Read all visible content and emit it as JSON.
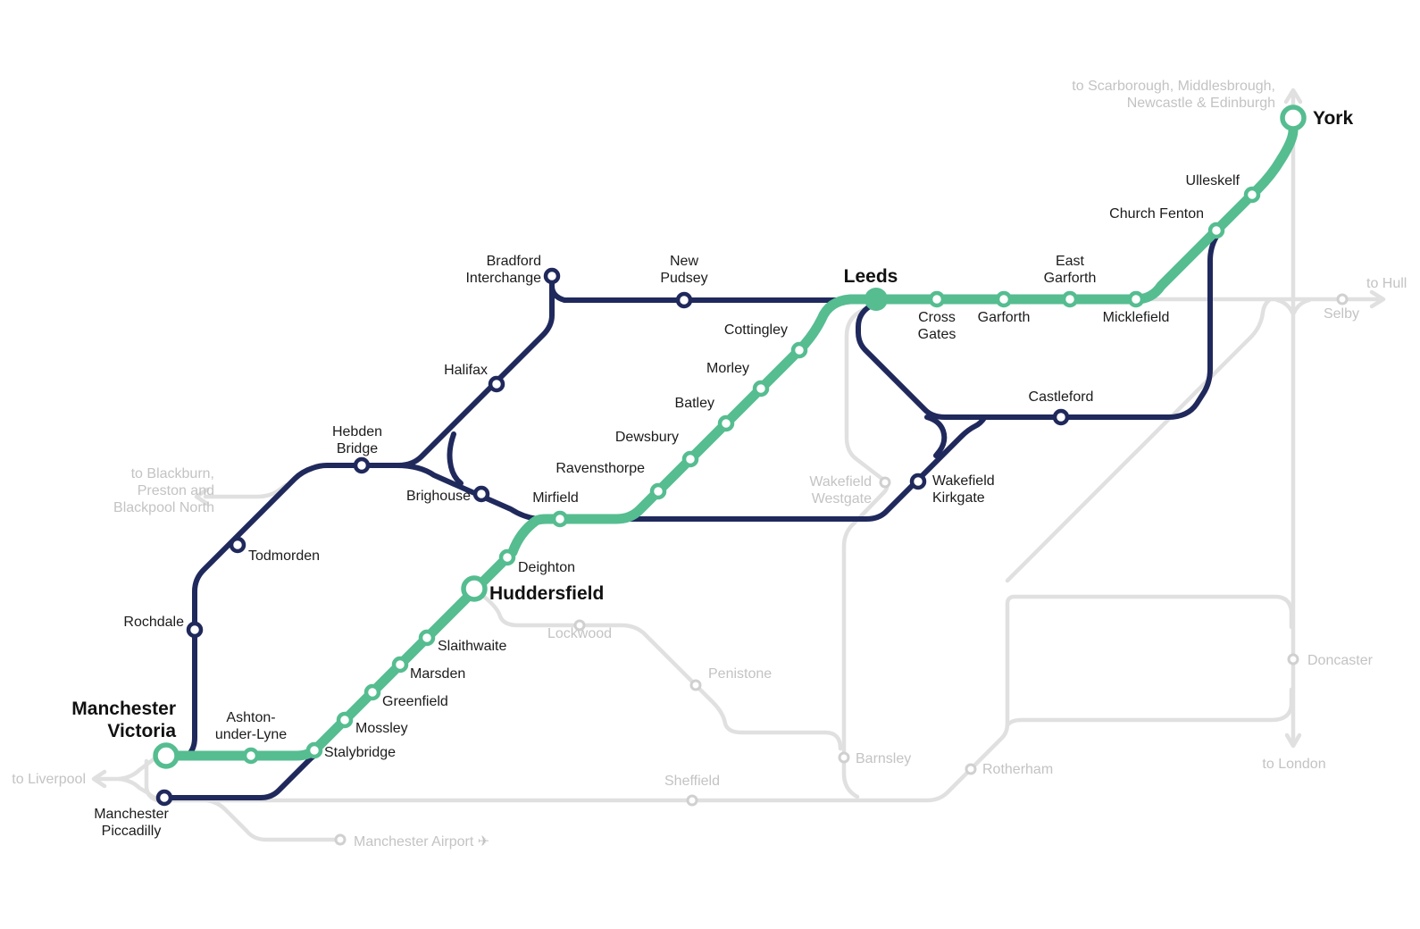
{
  "map": {
    "colors": {
      "main_line_green": "#55BD90",
      "connecting_line_navy": "#20295C",
      "background_line_gray": "#E0E0E0",
      "gray_station_ring": "#D0D0D0",
      "gray_text": "#C3C3C3",
      "black_text": "#1b1b1b",
      "background": "#ffffff"
    },
    "lines": [
      {
        "id": "green-main-line",
        "color": "#55BD90",
        "stations_in_order": [
          "Manchester Victoria",
          "Ashton-under-Lyne",
          "Stalybridge",
          "Mossley",
          "Greenfield",
          "Marsden",
          "Slaithwaite",
          "Huddersfield",
          "Deighton",
          "Mirfield",
          "Ravensthorpe",
          "Dewsbury",
          "Batley",
          "Morley",
          "Cottingley",
          "Leeds",
          "Cross Gates",
          "Garforth",
          "East Garforth",
          "Micklefield",
          "Church Fenton",
          "Ulleskelf",
          "York"
        ]
      },
      {
        "id": "navy-connecting-lines",
        "color": "#20295C",
        "stations_in_order": [
          "Manchester Piccadilly",
          "Rochdale",
          "Todmorden",
          "Hebden Bridge",
          "Halifax",
          "Bradford Interchange",
          "New Pudsey",
          "Brighouse",
          "Wakefield Kirkgate",
          "Castleford"
        ]
      },
      {
        "id": "gray-other-lines",
        "color": "#E0E0E0",
        "stations_in_order": [
          "Manchester Airport",
          "Lockwood",
          "Penistone",
          "Sheffield",
          "Barnsley",
          "Rotherham",
          "Doncaster",
          "Wakefield Westgate",
          "Selby"
        ]
      }
    ],
    "labels": {
      "manchester-victoria": "Manchester\nVictoria",
      "manchester-piccadilly": "Manchester\nPiccadilly",
      "ashton-under-lyne": "Ashton-\nunder-Lyne",
      "stalybridge": "Stalybridge",
      "mossley": "Mossley",
      "greenfield": "Greenfield",
      "marsden": "Marsden",
      "slaithwaite": "Slaithwaite",
      "huddersfield": "Huddersfield",
      "deighton": "Deighton",
      "mirfield": "Mirfield",
      "ravensthorpe": "Ravensthorpe",
      "dewsbury": "Dewsbury",
      "batley": "Batley",
      "morley": "Morley",
      "cottingley": "Cottingley",
      "leeds": "Leeds",
      "cross-gates": "Cross\nGates",
      "garforth": "Garforth",
      "east-garforth": "East\nGarforth",
      "micklefield": "Micklefield",
      "church-fenton": "Church Fenton",
      "ulleskelf": "Ulleskelf",
      "york": "York",
      "rochdale": "Rochdale",
      "todmorden": "Todmorden",
      "hebden-bridge": "Hebden\nBridge",
      "halifax": "Halifax",
      "bradford-interchange": "Bradford\nInterchange",
      "new-pudsey": "New\nPudsey",
      "brighouse": "Brighouse",
      "wakefield-kirkgate": "Wakefield\nKirkgate",
      "castleford": "Castleford",
      "wakefield-westgate": "Wakefield\nWestgate",
      "selby": "Selby",
      "doncaster": "Doncaster",
      "rotherham": "Rotherham",
      "sheffield": "Sheffield",
      "barnsley": "Barnsley",
      "penistone": "Penistone",
      "lockwood": "Lockwood",
      "manchester-airport": "Manchester Airport ✈",
      "to-scarborough": "to Scarborough, Middlesbrough,\nNewcastle & Edinburgh",
      "to-hull": "to Hull",
      "to-london": "to London",
      "to-liverpool": "to Liverpool",
      "to-blackburn": "to Blackburn,\nPreston and\nBlackpool North"
    }
  }
}
